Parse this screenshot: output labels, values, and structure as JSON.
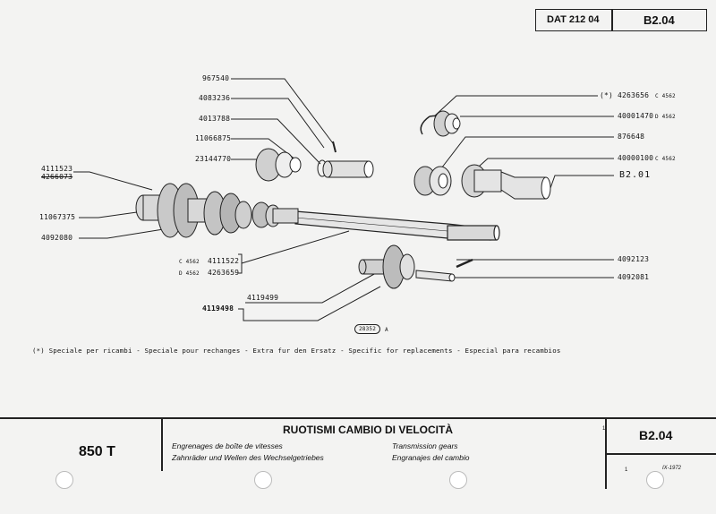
{
  "header": {
    "dat_code": "DAT 212 04",
    "page_code": "B2.04"
  },
  "callouts_left": {
    "p967540": "967540",
    "p4083236": "4083236",
    "p4013788": "4013788",
    "p11066875": "11066875",
    "p23144770": "23144770",
    "p4111523": "4111523",
    "p4266073": "4266073",
    "p11067375": "11067375",
    "p4092080": "4092080",
    "c_prefix": "C 4562",
    "d_prefix": "D 4562",
    "p4111522": "4111522",
    "p4263659": "4263659",
    "p4119499": "4119499",
    "p4119498": "4119498"
  },
  "callouts_right": {
    "star": "(*)",
    "p4263656": "4263656",
    "p4263656_suffix": "C 4562",
    "p40001470": "40001470",
    "p40001470_suffix": "D 4562",
    "p876648": "876648",
    "p40000100": "40000100",
    "p40000100_suffix": "C 4562",
    "ref_b201": "B2.01",
    "p4092123": "4092123",
    "p4092081": "4092081"
  },
  "figure_ref": {
    "number": "28352",
    "letter": "A"
  },
  "footnote": "(*) Speciale per ricambi - Speciale pour rechanges - Extra fur den Ersatz - Specific for replacements - Especial para recambios",
  "footer": {
    "model": "850 T",
    "title": "RUOTISMI CAMBIO DI VELOCITÀ",
    "fr": "Engrenages de boîte de vitesses",
    "de": "Zahnräder und Wellen des Wechselgetriebes",
    "en": "Transmission gears",
    "es": "Engranajes del cambio",
    "sheet": "1",
    "code": "B2.04",
    "page_num": "1",
    "date": "IX-1972"
  }
}
